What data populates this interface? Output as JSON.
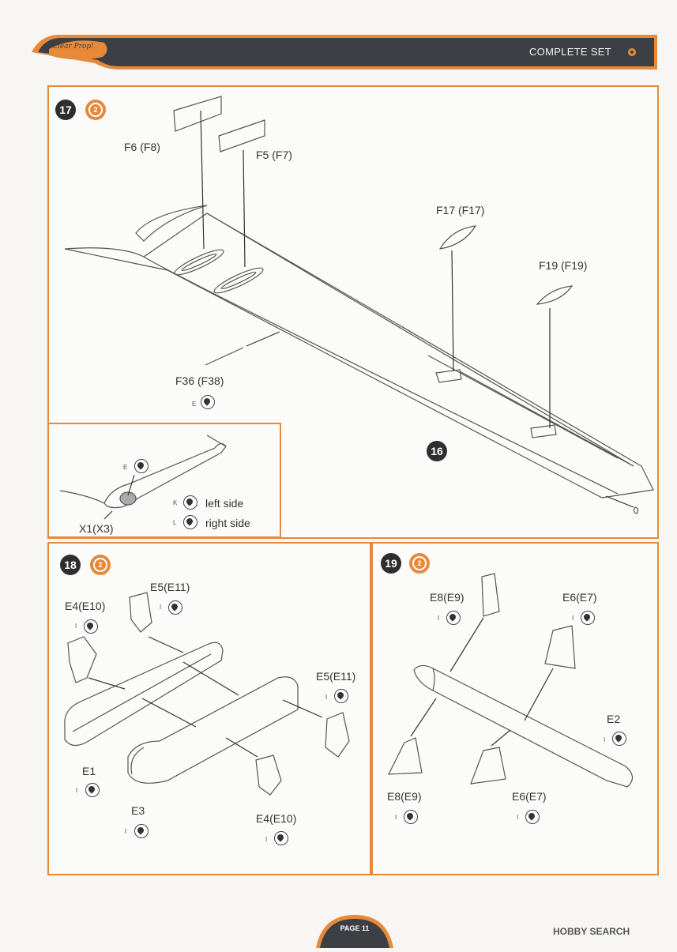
{
  "header": {
    "title": "COMPLETE SET",
    "logo_text": "Clear Prop!"
  },
  "colors": {
    "accent": "#e8893a",
    "header_dark": "#3c3f44"
  },
  "step17": {
    "number": "17",
    "parts": {
      "f6": "F6 (F8)",
      "f5": "F5 (F7)",
      "f17": "F17 (F17)",
      "f19": "F19 (F19)",
      "f36": "F36 (F38)",
      "f36_glue_code": "E"
    },
    "ref_step": "16",
    "inset": {
      "glue_code": "E",
      "k_code": "K",
      "k_text": "left side",
      "l_code": "L",
      "l_text": "right side",
      "part": "X1(X3)"
    }
  },
  "step18": {
    "number": "18",
    "labels": {
      "e5_top": "E5(E11)",
      "e5_top_code": "I",
      "e4_top": "E4(E10)",
      "e4_top_code": "I",
      "e5_right": "E5(E11)",
      "e5_right_code": "I",
      "e1": "E1",
      "e1_code": "I",
      "e3": "E3",
      "e3_code": "I",
      "e4_bottom": "E4(E10)",
      "e4_bottom_code": "I"
    }
  },
  "step19": {
    "number": "19",
    "labels": {
      "e8_top": "E8(E9)",
      "e8_top_code": "I",
      "e6_top": "E6(E7)",
      "e6_top_code": "I",
      "e2": "E2",
      "e2_code": "I",
      "e8_bottom": "E8(E9)",
      "e8_bottom_code": "I",
      "e6_bottom": "E6(E7)",
      "e6_bottom_code": "I"
    }
  },
  "footer": {
    "page": "PAGE 11",
    "watermark": "HOBBY SEARCH"
  }
}
